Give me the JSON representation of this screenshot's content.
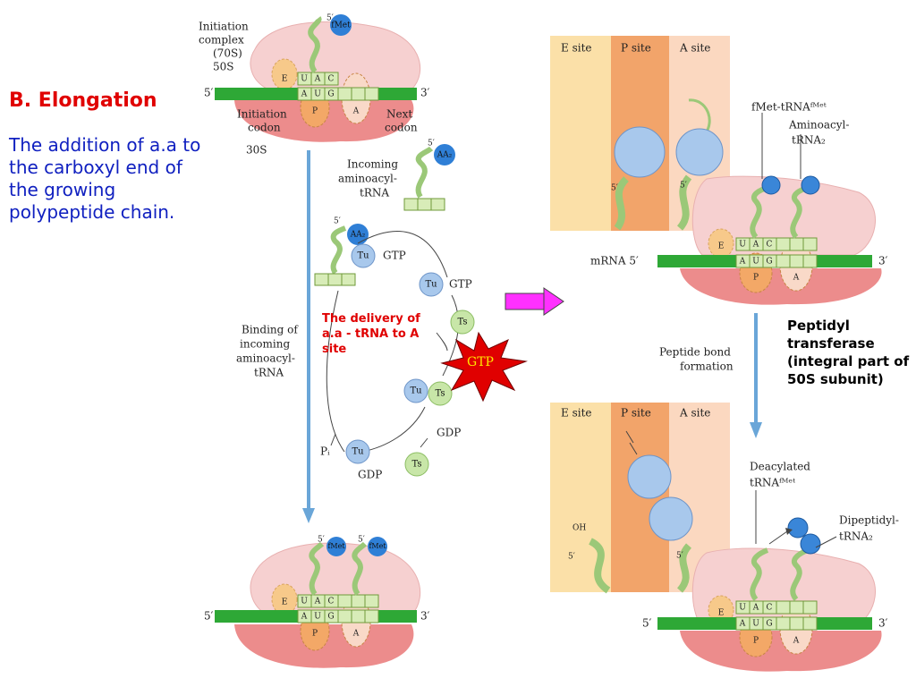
{
  "slide": {
    "heading": "B. Elongation",
    "description": "The addition of a.a to the carboxyl end of the growing polypeptide chain."
  },
  "annotations": {
    "delivery": "The delivery of a.a - tRNA to A site",
    "gtp_star": "GTP",
    "peptidyl_transferase": "Peptidyl transferase (integral part of 50S subunit)"
  },
  "left_panel": {
    "initiation_complex": [
      "Initiation",
      "complex",
      "(70S)",
      "50S"
    ],
    "subunit_30s": "30S",
    "initiation_codon": [
      "Initiation",
      "codon"
    ],
    "next_codon": [
      "Next",
      "codon"
    ],
    "five_prime": "5′",
    "three_prime": "3′",
    "fmet": "fMet",
    "aa2": "AA₂",
    "incoming": [
      "Incoming",
      "aminoacyl-",
      "tRNA"
    ],
    "binding": [
      "Binding of",
      "incoming",
      "aminoacyl-",
      "tRNA"
    ],
    "tu": "Tu",
    "ts": "Ts",
    "gtp": "GTP",
    "gdp": "GDP",
    "pi": "Pᵢ",
    "site_e": "E",
    "site_p": "P",
    "site_a": "A",
    "anticodon": [
      "U",
      "A",
      "C"
    ],
    "codon": [
      "A",
      "U",
      "G"
    ]
  },
  "right_panel": {
    "e_site": "E site",
    "p_site": "P site",
    "a_site": "A site",
    "fmet_trna": "fMet-tRNAᶠᴹᵉᵗ",
    "aminoacyl_trna2": [
      "Aminoacyl-",
      "tRNA₂"
    ],
    "mrna5": "mRNA 5′",
    "three_prime": "3′",
    "five_prime": "5′",
    "peptide_bond": [
      "Peptide bond",
      "formation"
    ],
    "deacylated": [
      "Deacylated",
      "tRNAᶠᴹᵉᵗ"
    ],
    "dipeptidyl": [
      "Dipeptidyl-",
      "tRNA₂"
    ],
    "oh": "OH"
  },
  "colors": {
    "heading": "#e00000",
    "description": "#1020c0",
    "mrna": "#2ea836",
    "ribosome_large": "#f6d0d0",
    "ribosome_small": "#ec8c8c",
    "e_site_bg": "#fbe0a8",
    "p_site_bg": "#f2a46a",
    "a_site_bg": "#fbd8c0",
    "arrow_magenta": "#ff30ff",
    "process_arrow": "#6aa6d8"
  }
}
